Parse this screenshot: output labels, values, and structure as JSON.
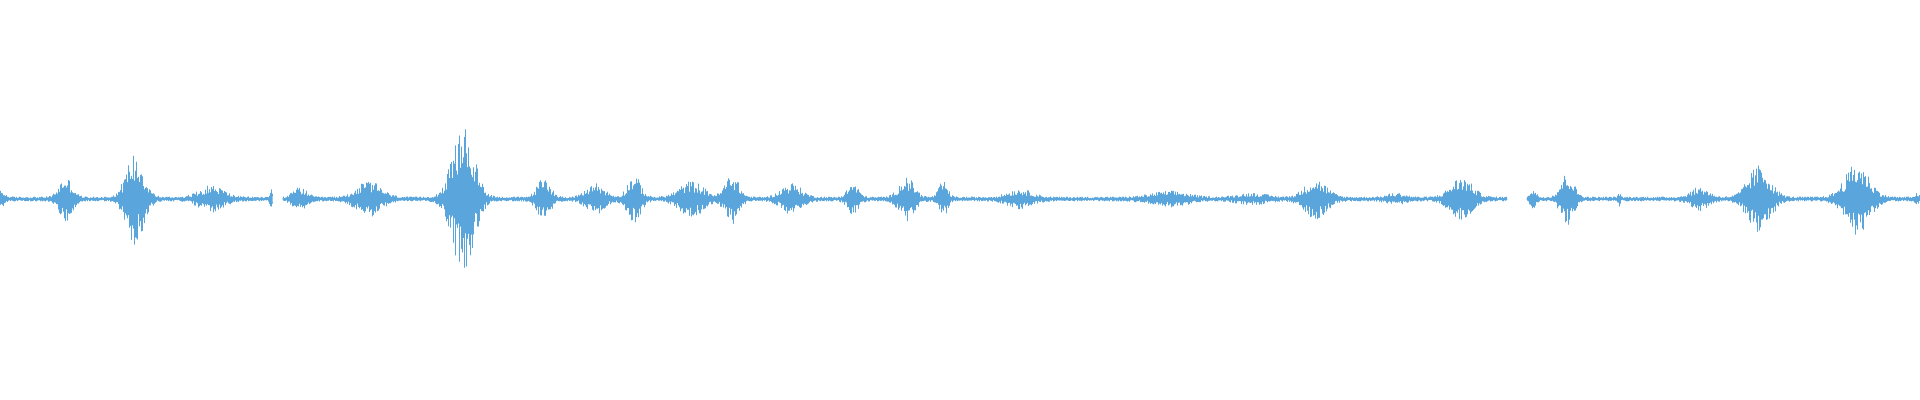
{
  "waveform": {
    "color": "#5aa6dc",
    "background": "#ffffff",
    "duration": 1,
    "baseline_amplitude": 0.012,
    "bursts": [
      {
        "center": 0.0,
        "width": 0.004,
        "peak": 0.03
      },
      {
        "center": 0.034,
        "width": 0.006,
        "peak": 0.1
      },
      {
        "center": 0.07,
        "width": 0.008,
        "peak": 0.22
      },
      {
        "center": 0.11,
        "width": 0.011,
        "peak": 0.06
      },
      {
        "center": 0.141,
        "width": 0.001,
        "peak": 0.05
      },
      {
        "center": 0.156,
        "width": 0.006,
        "peak": 0.05
      },
      {
        "center": 0.192,
        "width": 0.011,
        "peak": 0.08
      },
      {
        "center": 0.241,
        "width": 0.01,
        "peak": 0.35
      },
      {
        "center": 0.283,
        "width": 0.006,
        "peak": 0.1
      },
      {
        "center": 0.31,
        "width": 0.008,
        "peak": 0.07
      },
      {
        "center": 0.33,
        "width": 0.006,
        "peak": 0.11
      },
      {
        "center": 0.36,
        "width": 0.011,
        "peak": 0.08
      },
      {
        "center": 0.381,
        "width": 0.006,
        "peak": 0.12
      },
      {
        "center": 0.412,
        "width": 0.009,
        "peak": 0.07
      },
      {
        "center": 0.444,
        "width": 0.005,
        "peak": 0.07
      },
      {
        "center": 0.472,
        "width": 0.007,
        "peak": 0.1
      },
      {
        "center": 0.491,
        "width": 0.004,
        "peak": 0.08
      },
      {
        "center": 0.531,
        "width": 0.011,
        "peak": 0.04
      },
      {
        "center": 0.609,
        "width": 0.016,
        "peak": 0.03
      },
      {
        "center": 0.652,
        "width": 0.013,
        "peak": 0.02
      },
      {
        "center": 0.685,
        "width": 0.01,
        "peak": 0.09
      },
      {
        "center": 0.727,
        "width": 0.008,
        "peak": 0.02
      },
      {
        "center": 0.761,
        "width": 0.01,
        "peak": 0.1
      },
      {
        "center": 0.798,
        "width": 0.003,
        "peak": 0.04
      },
      {
        "center": 0.816,
        "width": 0.006,
        "peak": 0.12
      },
      {
        "center": 0.843,
        "width": 0.001,
        "peak": 0.03
      },
      {
        "center": 0.885,
        "width": 0.008,
        "peak": 0.05
      },
      {
        "center": 0.916,
        "width": 0.01,
        "peak": 0.16
      },
      {
        "center": 0.967,
        "width": 0.011,
        "peak": 0.17
      },
      {
        "center": 0.998,
        "width": 0.002,
        "peak": 0.02
      }
    ],
    "gaps": [
      [
        0.142,
        0.147
      ],
      [
        0.785,
        0.795
      ]
    ]
  }
}
